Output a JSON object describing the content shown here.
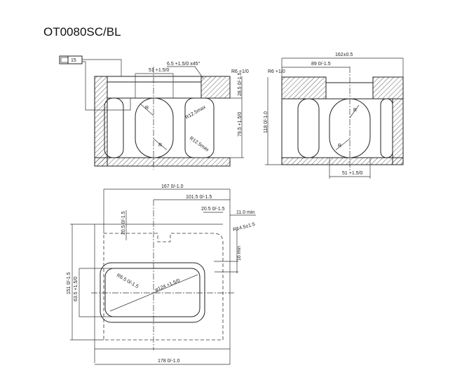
{
  "title": "OT0080SC/BL",
  "front_view": {
    "flatness_value": "15",
    "dim_top_opening": "51 +1.5/0",
    "dim_chamfer": "6.5 +1.5/0 x45°",
    "dim_corner_radius": "R6 +1/0",
    "dim_flange_height": "28.5 0/-1.5",
    "dim_inner_height": "79.5 +1.5/0",
    "dim_radius_upper": "R12.5max",
    "dim_radius_lower": "R12.5max",
    "radius_label": "R"
  },
  "side_view": {
    "dim_overall_width": "162±0.5",
    "dim_half_width": "89 0/-1.5",
    "dim_corner_radius": "R6 +1/0",
    "dim_overall_height": "118 0/-1.0",
    "dim_bottom_opening": "51 +1.5/0",
    "radius_label": "R"
  },
  "top_view": {
    "dim_width_167": "167 0/-1.0",
    "dim_101_5": "101.5 0/-1.5",
    "dim_20_5_right": "20.5 0/-1.5",
    "dim_11_min": "11.0 min",
    "dim_r14_5": "R14.5±1.5",
    "dim_20_5_top": "20.5 0/-1.5",
    "dim_16_min": "16 min",
    "dim_151": "151 0/-1.5",
    "dim_63_5": "63.5 +1.5/0",
    "dim_r6_5": "R6.5 0/-1.5",
    "dim_diameter": "φ124 +1.5/0",
    "dim_178": "178 0/-1.0"
  }
}
